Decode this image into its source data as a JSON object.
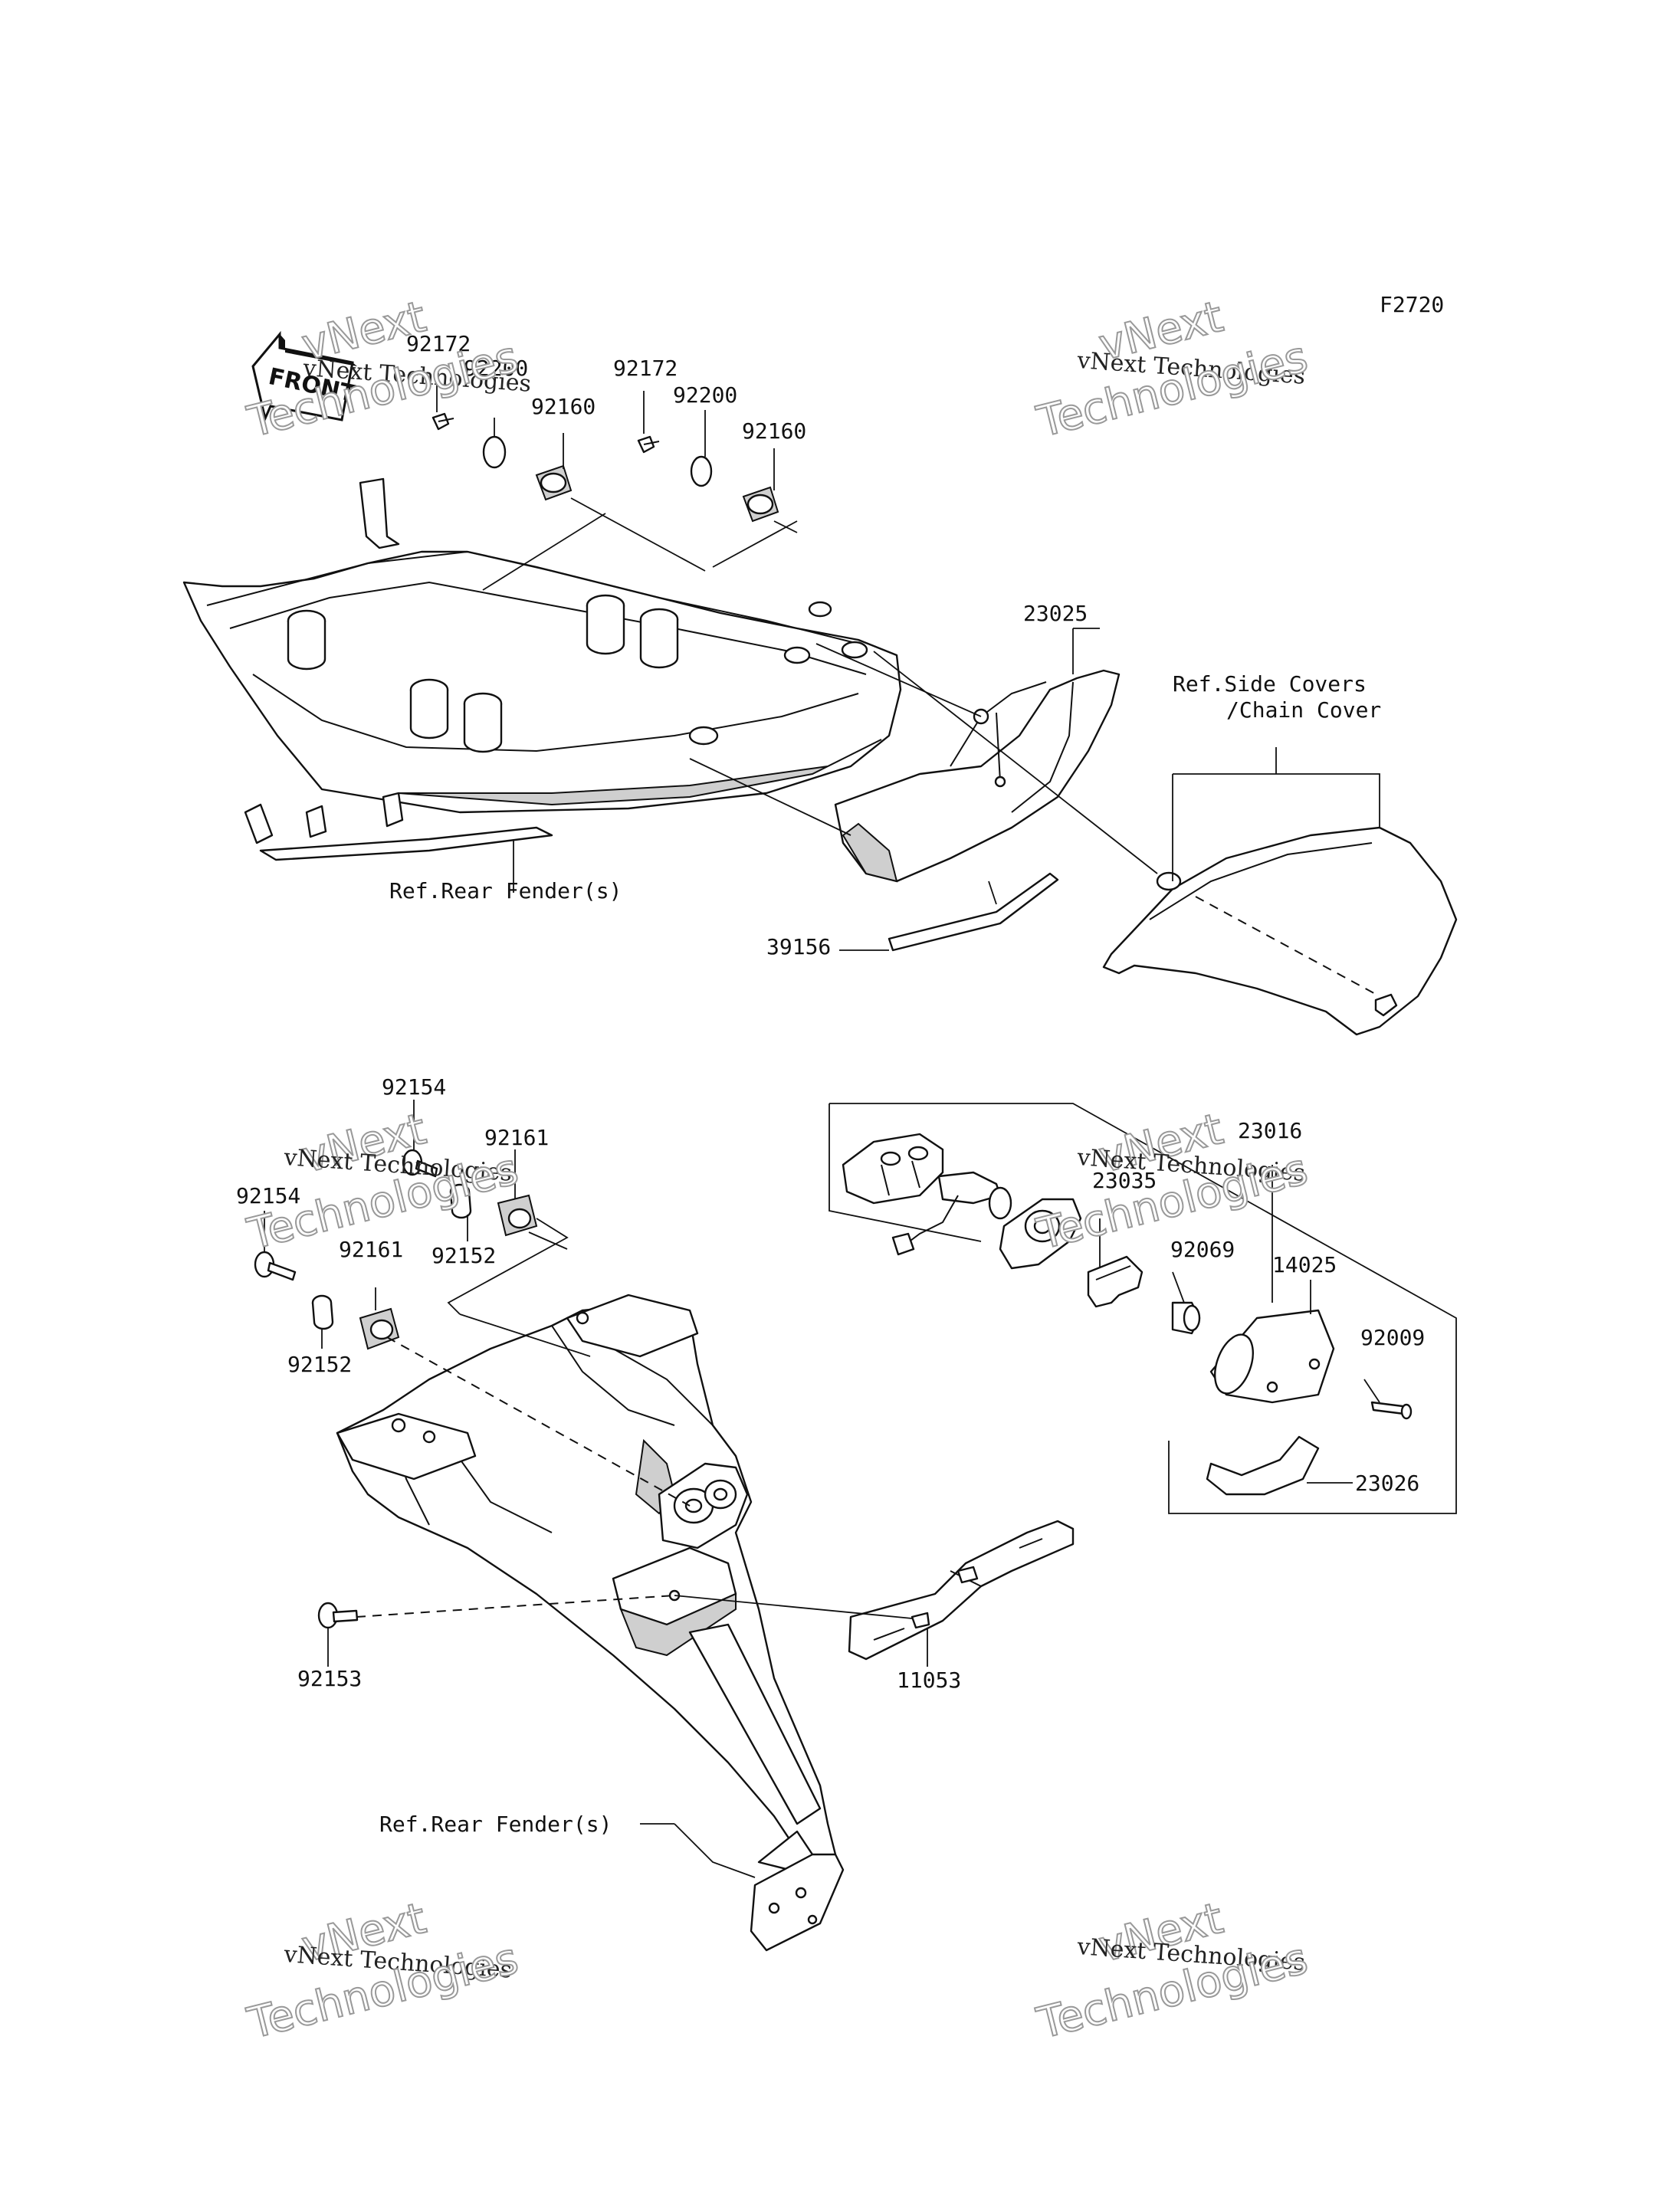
{
  "figure_code": "F2720",
  "front_arrow_label": "FRONT",
  "watermark": {
    "line1": "vNext Technologies",
    "line2": "vNext",
    "line3": "Technologies"
  },
  "labels": {
    "p92172a": "92172",
    "p92200a": "92200",
    "p92160a": "92160",
    "p92172b": "92172",
    "p92200b": "92200",
    "p92160b": "92160",
    "p23025": "23025",
    "ref_side_covers_1": "Ref.Side Covers",
    "ref_side_covers_2": "/Chain Cover",
    "ref_rear_fender_top": "Ref.Rear Fender(s)",
    "p39156": "39156",
    "p92154a": "92154",
    "p92161a": "92161",
    "p92154b": "92154",
    "p92152a": "92152",
    "p92161b": "92161",
    "p92152b": "92152",
    "p23016": "23016",
    "p23035": "23035",
    "p92069": "92069",
    "p14025": "14025",
    "p92009": "92009",
    "p23026": "23026",
    "p92153": "92153",
    "p11053": "11053",
    "ref_rear_fender_bottom": "Ref.Rear Fender(s)"
  }
}
